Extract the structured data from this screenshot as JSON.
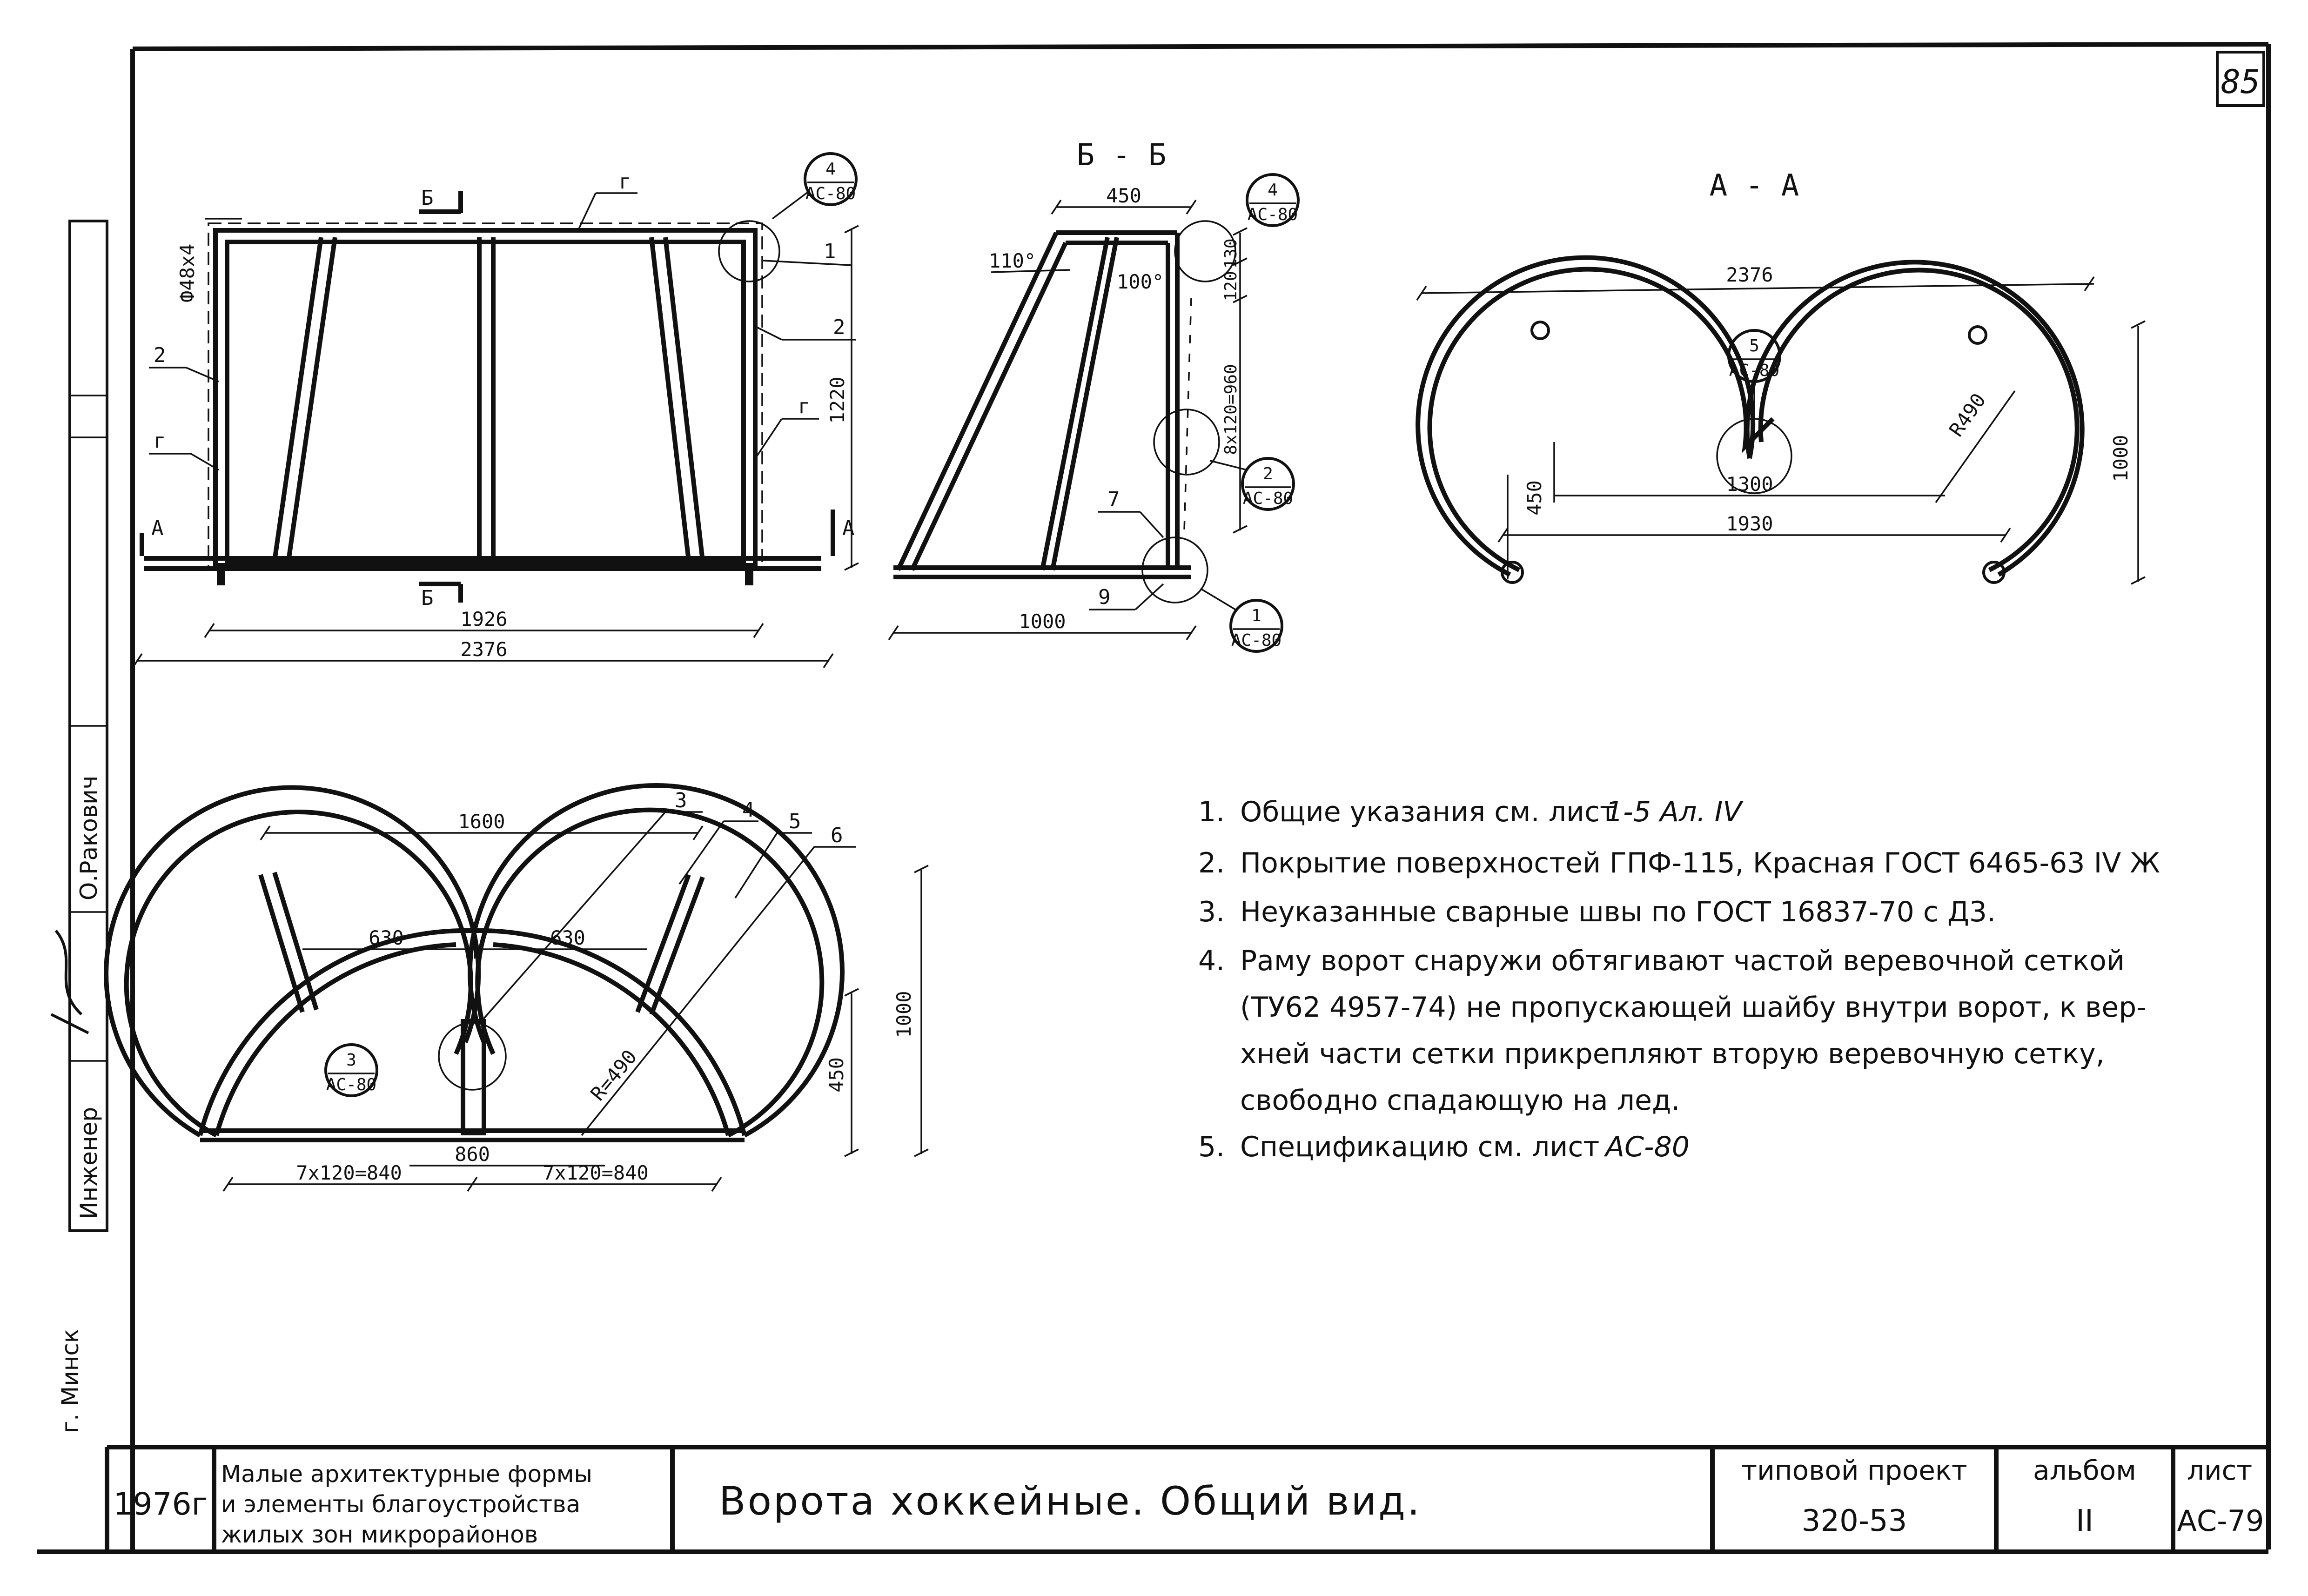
{
  "sheet": {
    "page_number": "85"
  },
  "view_front": {
    "callouts": {
      "section_b": "Б",
      "section_a": "А",
      "pipe": "Ф48х4",
      "g_top": "г",
      "g_left": "г",
      "g_right": "г",
      "two_left": "2",
      "two_right": "2",
      "one": "1"
    },
    "bubble": {
      "top": "4",
      "bottom": "АС-80"
    },
    "dims": {
      "height": "1220",
      "inner": "1926",
      "outer": "2376"
    }
  },
  "section_bb": {
    "title": "Б - Б",
    "angles": {
      "a1": "110°",
      "a2": "100°"
    },
    "dims": {
      "top": "450",
      "seg1": "120",
      "seg2": "130",
      "series": "8х120=960",
      "bottom": "1000"
    },
    "callouts": {
      "seven": "7",
      "nine": "9"
    },
    "bubble_top": {
      "top": "4",
      "bottom": "АС-80"
    },
    "bubble_mid": {
      "top": "2",
      "bottom": "АС-80"
    },
    "bubble_bot": {
      "top": "1",
      "bottom": "АС-80"
    }
  },
  "section_aa": {
    "title": "А - А",
    "dims": {
      "width": "2376",
      "inner": "1300",
      "span": "1930",
      "height": "1000",
      "depth": "450",
      "radius": "R490"
    },
    "bubble": {
      "top": "5",
      "bottom": "АС-80"
    }
  },
  "view_plan": {
    "callouts": {
      "three": "3",
      "four": "4",
      "five": "5",
      "six": "6"
    },
    "dims": {
      "top": "1600",
      "left": "630",
      "right": "630",
      "radius": "R=490",
      "center": "860",
      "left_series": "7х120=840",
      "right_series": "7х120=840",
      "depth": "450",
      "height": "1000"
    },
    "bubble": {
      "top": "3",
      "bottom": "АС-80"
    }
  },
  "notes": [
    {
      "num": "1.",
      "text": "Общие указания см. лист",
      "ref": "1-5 Ал. IV"
    },
    {
      "num": "2.",
      "text": "Покрытие поверхностей ГПФ-115, Красная ГОСТ 6465-63 IV Ж"
    },
    {
      "num": "3.",
      "text": "Неуказанные сварные швы по ГОСТ 16837-70 с Д3."
    },
    {
      "num": "4.",
      "text": "Раму ворот снаружи обтягивают частой веревочной сеткой"
    },
    {
      "num": "",
      "text": "(ТУ62 4957-74) не пропускающей шайбу внутри ворот, к вер-"
    },
    {
      "num": "",
      "text": "хней части сетки прикрепляют вторую веревочную сетку,"
    },
    {
      "num": "",
      "text": "свободно спадающую на лед."
    },
    {
      "num": "5.",
      "text": "Спецификацию см. лист",
      "ref": "АС-80"
    }
  ],
  "side_strip": {
    "engineer": "Инженер",
    "author": "О.Ракович",
    "city": "г. Минск"
  },
  "title_block": {
    "year": "1976г",
    "org_line1": "Малые архитектурные формы",
    "org_line2": "и элементы благоустройства",
    "org_line3": "жилых зон микрорайонов",
    "title": "Ворота хоккейные. Общий вид.",
    "project_label": "типовой проект",
    "project_number": "320-53",
    "album_label": "альбом",
    "album_number": "II",
    "sheet_label": "лист",
    "sheet_number": "АС-79"
  }
}
